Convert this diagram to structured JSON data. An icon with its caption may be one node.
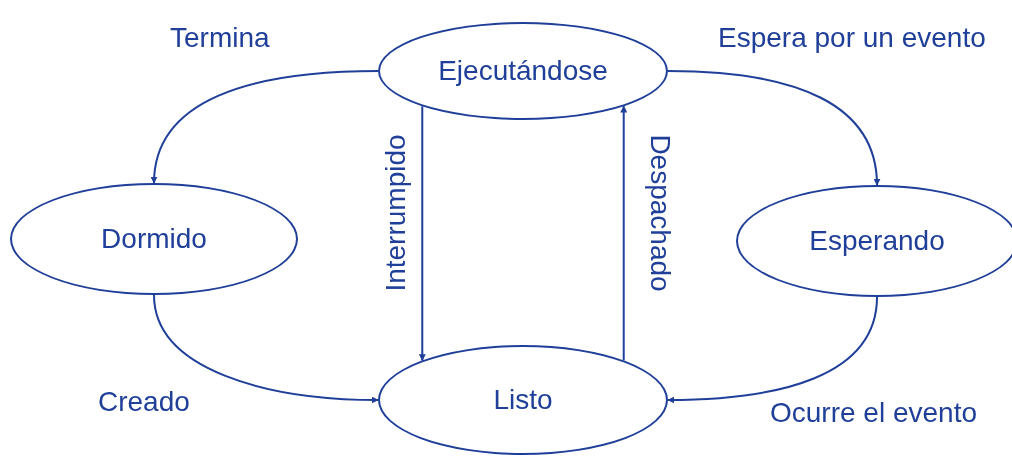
{
  "diagram": {
    "nodes": [
      {
        "text": [
          "Ejecutándose"
        ]
      },
      {
        "text": [
          "Dormido"
        ]
      },
      {
        "text": [
          "Esperando"
        ]
      },
      {
        "text": [
          "Listo"
        ]
      }
    ],
    "edges": [
      {
        "from": 0,
        "to": 1,
        "arrow": "to",
        "label": "Termina"
      },
      {
        "from": 0,
        "to": 2,
        "arrow": "to",
        "label": "Espera por un evento"
      },
      {
        "from": 0,
        "to": 3,
        "arrow": "to",
        "label": "Interrumpido"
      },
      {
        "from": 3,
        "to": 0,
        "arrow": "to",
        "label": "Despachado"
      },
      {
        "from": 1,
        "to": 3,
        "arrow": "to",
        "label": "Creado"
      },
      {
        "from": 2,
        "to": 3,
        "arrow": "to",
        "label": "Ocurre el evento"
      }
    ]
  }
}
